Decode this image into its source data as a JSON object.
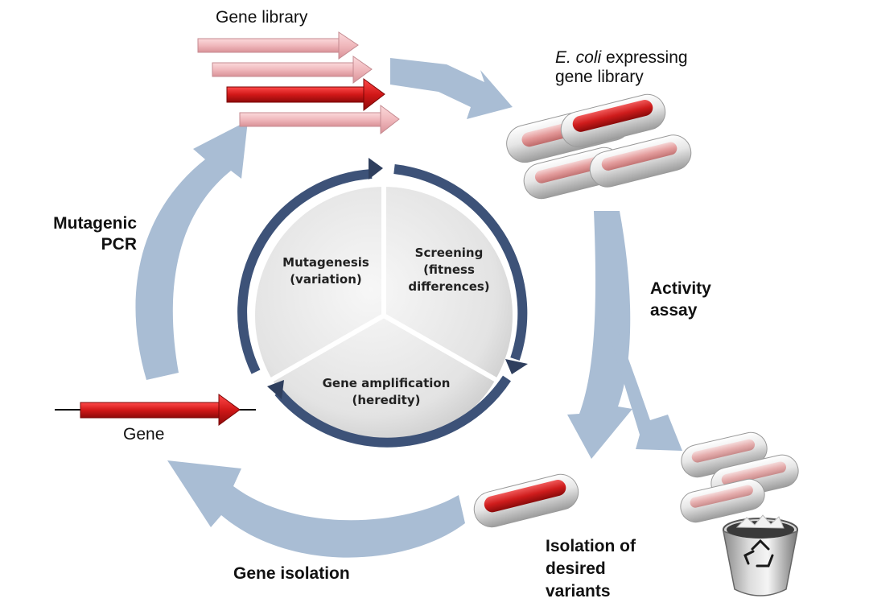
{
  "labels": {
    "gene_library": "Gene library",
    "ecoli_italic": "E. coli",
    "ecoli_rest": " expressing",
    "ecoli_line2": "gene library",
    "mutagenic_l1": "Mutagenic",
    "mutagenic_l2": "PCR",
    "activity_l1": "Activity",
    "activity_l2": "assay",
    "gene": "Gene",
    "gene_isolation": "Gene isolation",
    "isolation_l1": "Isolation of",
    "isolation_l2": "desired",
    "isolation_l3": "variants"
  },
  "cycle": {
    "mutagenesis_l1": "Mutagenesis",
    "mutagenesis_l2": "(variation)",
    "screening_l1": "Screening",
    "screening_l2": "(fitness",
    "screening_l3": "differences)",
    "amplification_l1": "Gene amplification",
    "amplification_l2": "(heredity)"
  },
  "icons": [
    "recycle-bin-icon"
  ],
  "colors": {
    "outer_arrow": "#a9bdd4",
    "inner_arrow": "#3d5278",
    "gene_red": "#d11818",
    "library_pink": "#f0b8bc"
  }
}
